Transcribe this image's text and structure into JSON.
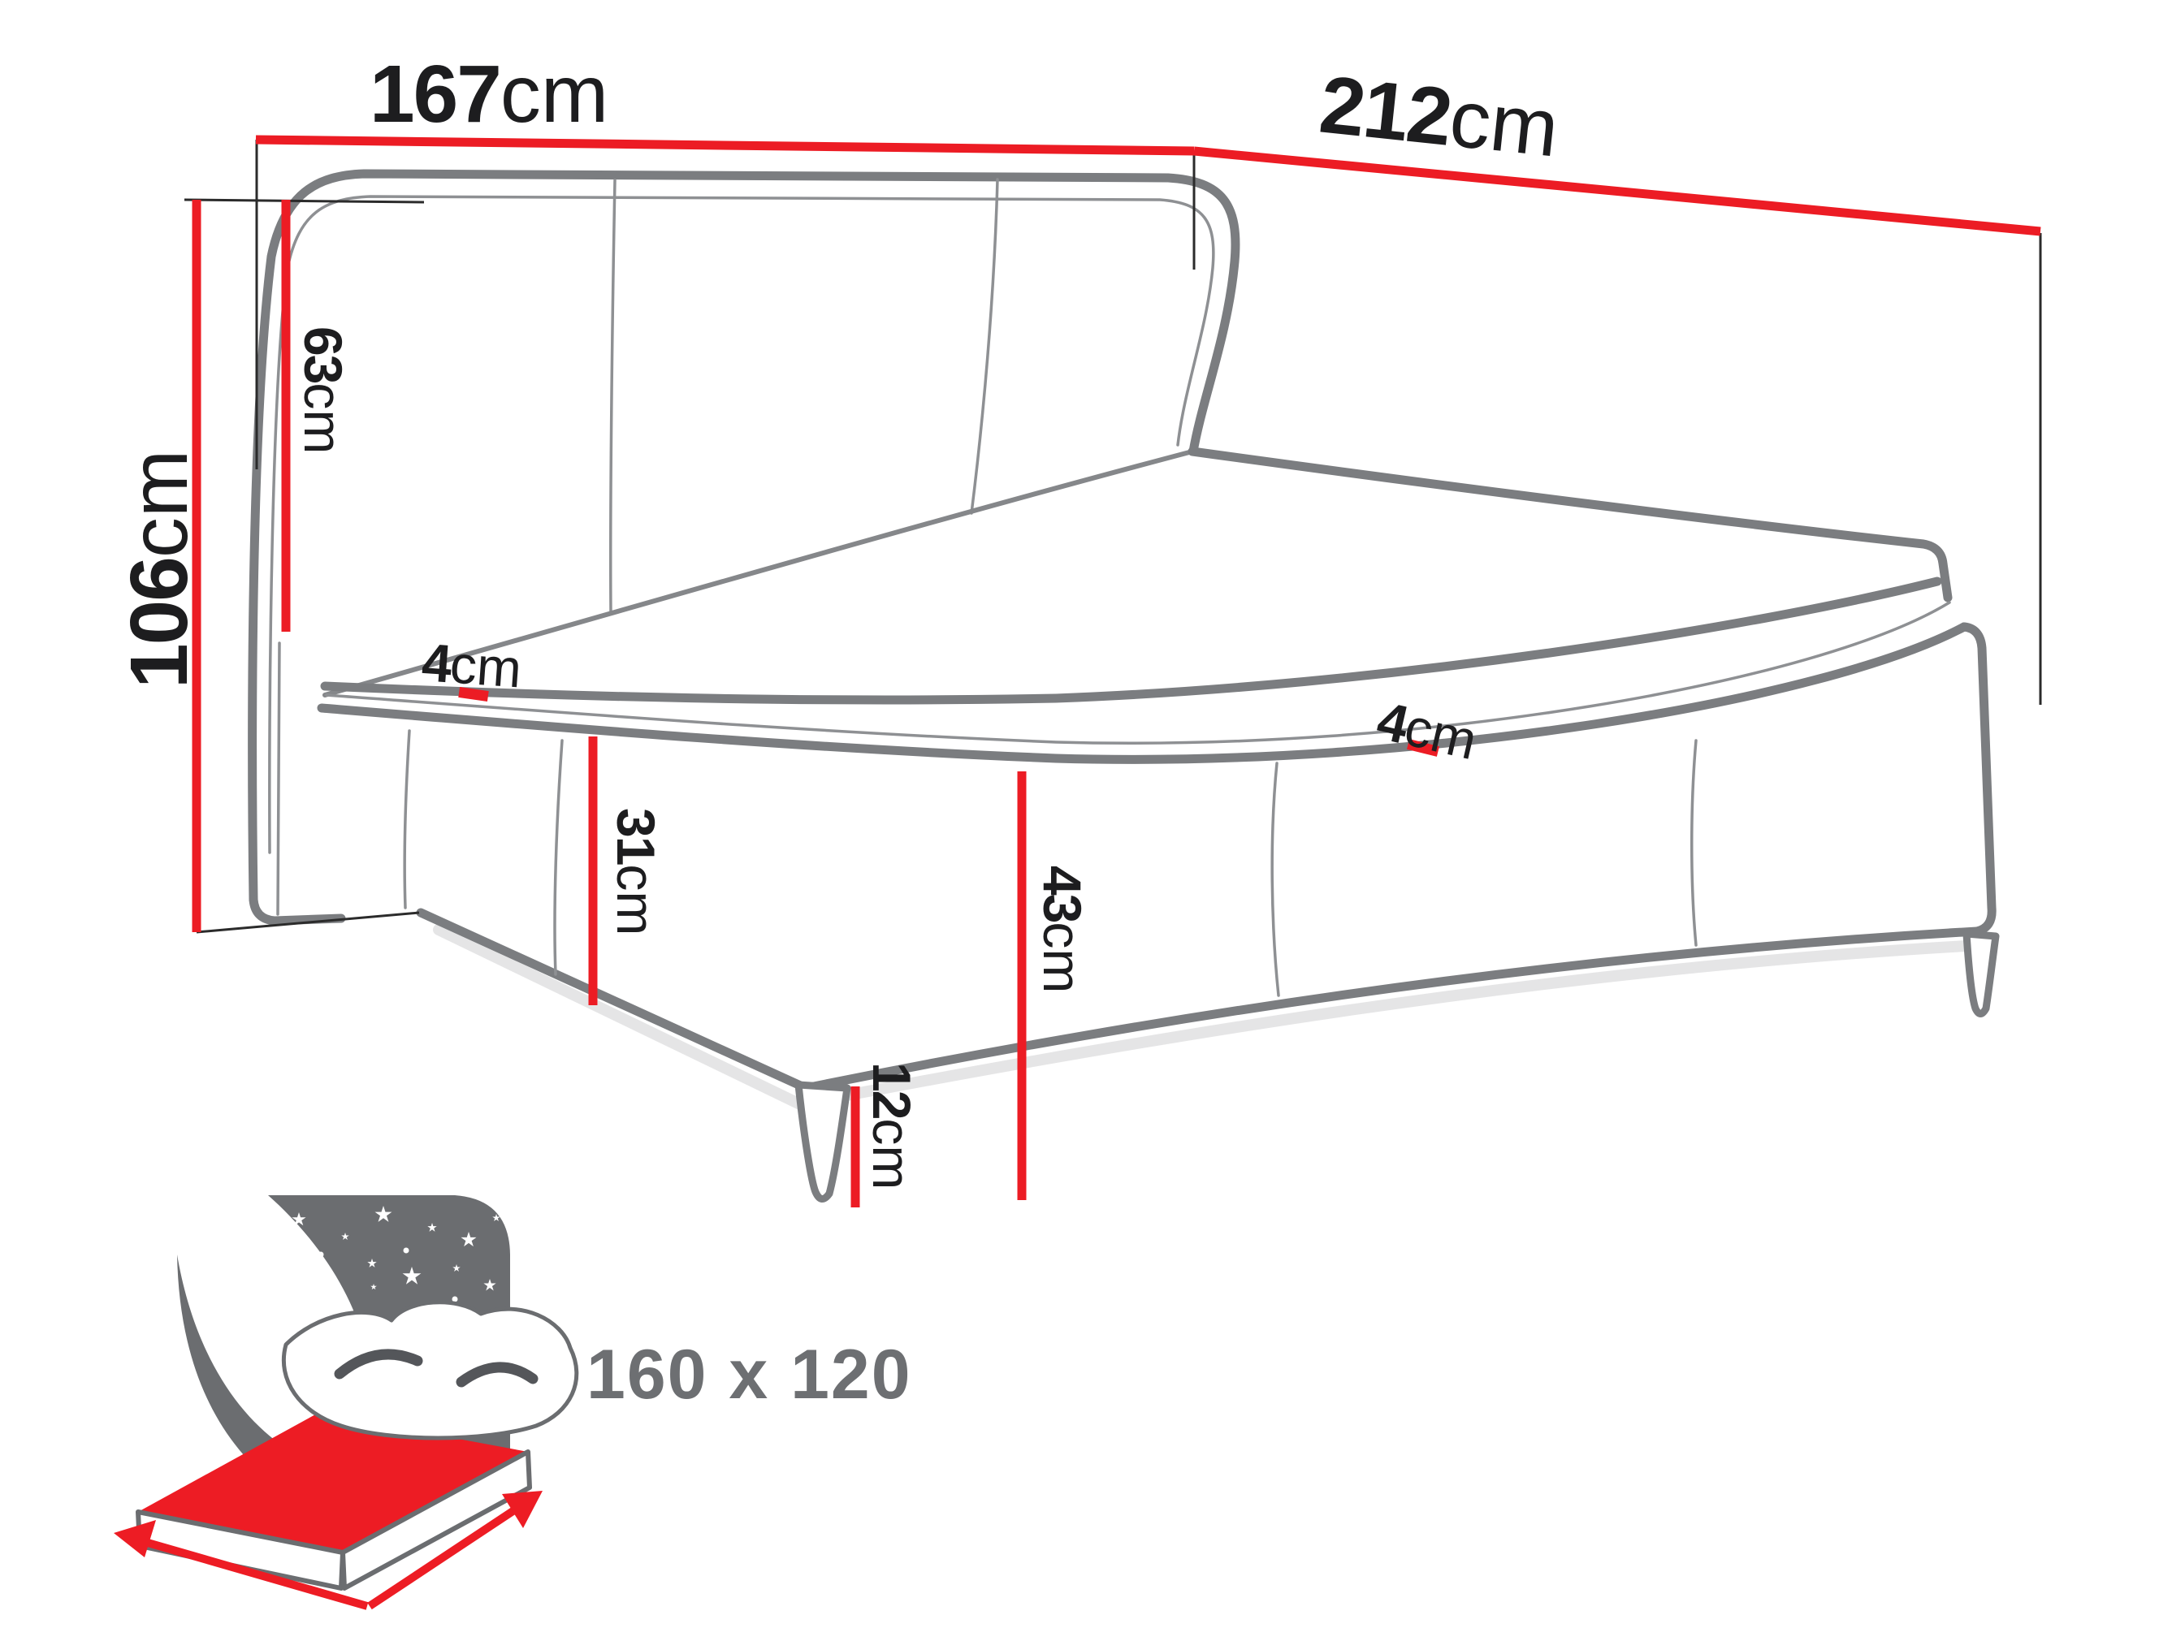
{
  "figure": {
    "type": "bed-dimension-diagram",
    "colors": {
      "dimension_red": "#ec1c24",
      "artwork_gray": "#7b7d80",
      "inset_gray": "#6d6f72",
      "label_black": "#1d1d1f"
    }
  },
  "dimensions": {
    "headboard_width": {
      "value": "167",
      "unit": "cm"
    },
    "bed_length": {
      "value": "212",
      "unit": "cm"
    },
    "total_height": {
      "value": "106",
      "unit": "cm"
    },
    "headboard_height": {
      "value": "63",
      "unit": "cm"
    },
    "mattress_gap_front": {
      "value": "4",
      "unit": "cm"
    },
    "mattress_gap_side": {
      "value": "4",
      "unit": "cm"
    },
    "frame_height": {
      "value": "31",
      "unit": "cm"
    },
    "frame_with_leg_height": {
      "value": "43",
      "unit": "cm"
    },
    "leg_height": {
      "value": "12",
      "unit": "cm"
    }
  },
  "inset": {
    "icon": "bed-with-storage-icon",
    "label": "160 x 120"
  }
}
